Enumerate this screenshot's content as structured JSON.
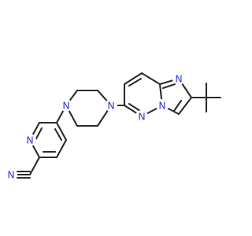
{
  "structure": {
    "atoms": {
      "nitrile_n": "N",
      "pyridine_n": "N",
      "piperazine_n1": "N",
      "piperazine_n4": "N",
      "pyridazine_n": "N",
      "bridgehead_n": "N",
      "imidazole_n": "N"
    },
    "colors": {
      "bond": "#2b2b2b",
      "heteroatom": "#2f3bd6"
    }
  }
}
